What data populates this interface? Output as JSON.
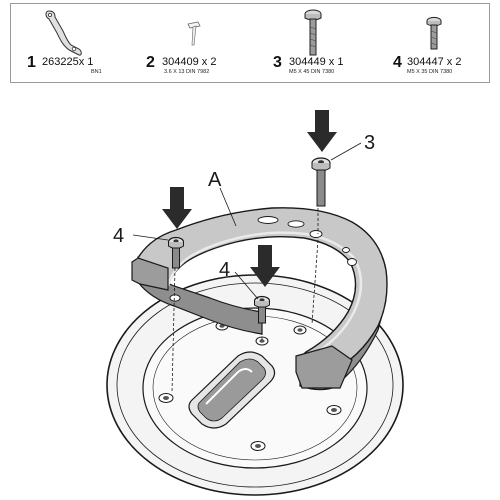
{
  "parts": [
    {
      "number": "1",
      "code": "263225x 1",
      "sub": "BN1",
      "icon": "flat-bracket-icon"
    },
    {
      "number": "2",
      "code": "304409 x 2",
      "sub": "3.6 X 13 DIN 7982",
      "icon": "small-screw-icon"
    },
    {
      "number": "3",
      "code": "304449 x 1",
      "sub": "M5 X 45 DIN 7380",
      "icon": "long-bolt-icon"
    },
    {
      "number": "4",
      "code": "304447 x 2",
      "sub": "M5 X 35 DIN 7380",
      "icon": "short-bolt-icon"
    }
  ],
  "diagram": {
    "label_a": "A",
    "callout_3": "3",
    "callout_4_left": "4",
    "callout_4_center": "4"
  },
  "colors": {
    "line": "#1a1a1a",
    "ring_fill": "#c8c8c8",
    "ring_shadow": "#8e8e8e",
    "arrow": "#2b2b2b",
    "cap_fill": "#efefef",
    "frame": "#9a9a9a"
  }
}
